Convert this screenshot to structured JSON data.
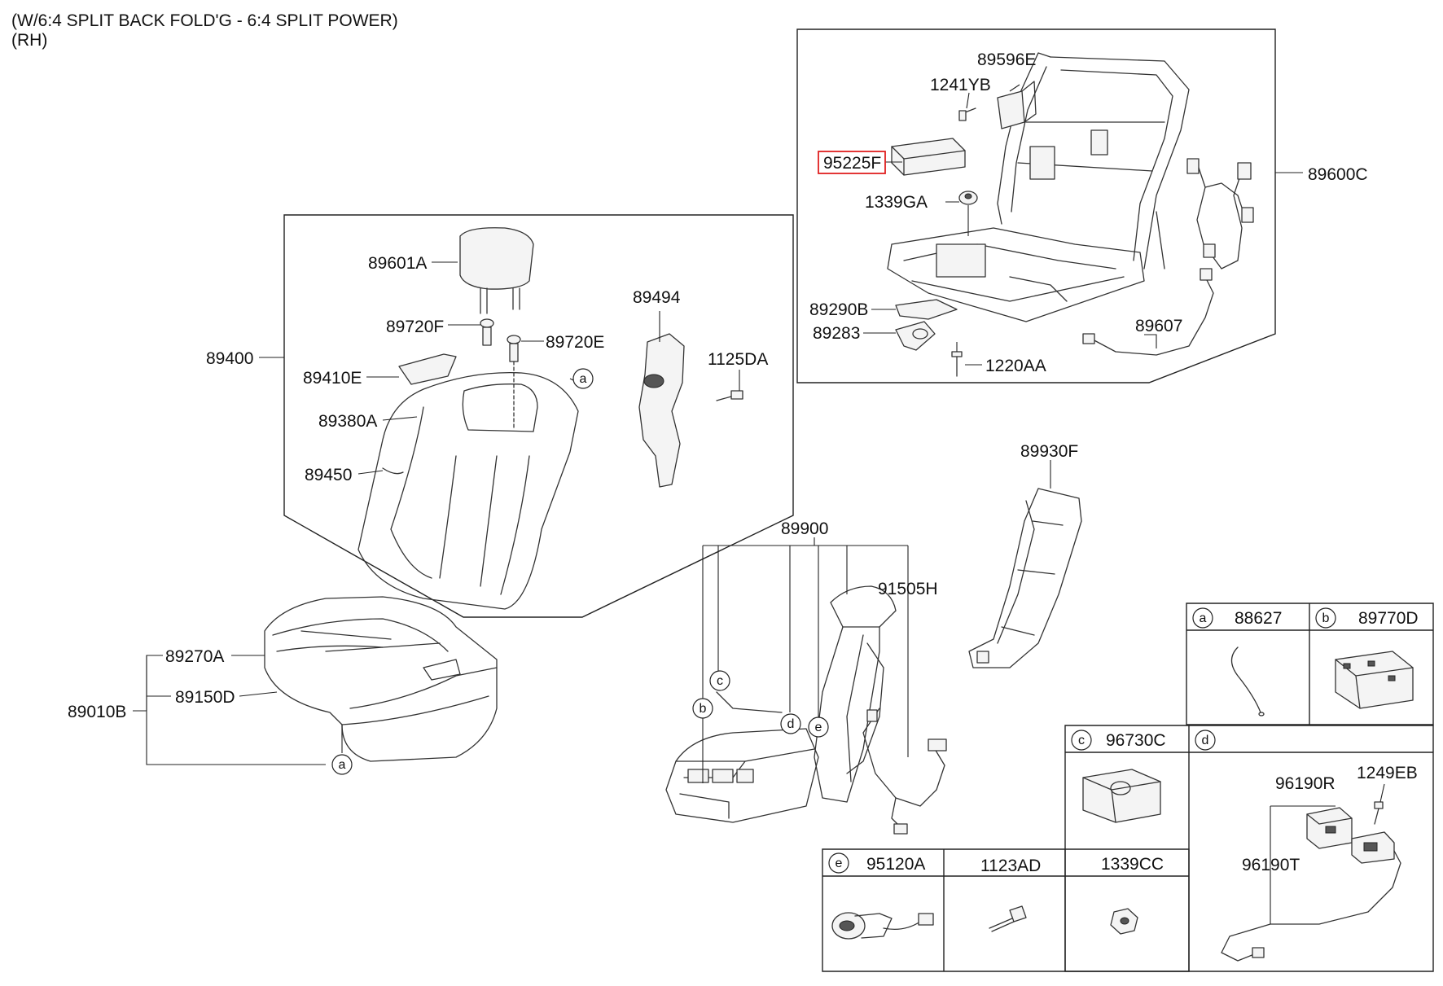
{
  "header": {
    "line1": "(W/6:4 SPLIT BACK FOLD'G - 6:4 SPLIT POWER)",
    "line2": "(RH)"
  },
  "highlight_color": "#e02020",
  "labels": {
    "p95225F": "95225F",
    "p89596E": "89596E",
    "p1241YB": "1241YB",
    "p89600C": "89600C",
    "p1339GA": "1339GA",
    "p89290B": "89290B",
    "p89283": "89283",
    "p1220AA": "1220AA",
    "p89607": "89607",
    "p89601A": "89601A",
    "p89720F": "89720F",
    "p89720E": "89720E",
    "p89494": "89494",
    "p1125DA": "1125DA",
    "p89400": "89400",
    "p89410E": "89410E",
    "p89380A": "89380A",
    "p89450": "89450",
    "p89930F": "89930F",
    "p89900": "89900",
    "p91505H": "91505H",
    "p89270A": "89270A",
    "p89150D": "89150D",
    "p89010B": "89010B",
    "p88627": "88627",
    "p89770D": "89770D",
    "p96730C": "96730C",
    "p96190R": "96190R",
    "p1249EB": "1249EB",
    "p96190T": "96190T",
    "p95120A": "95120A",
    "p1123AD": "1123AD",
    "p1339CC": "1339CC"
  },
  "callouts": {
    "a": "a",
    "b": "b",
    "c": "c",
    "d": "d",
    "e": "e"
  }
}
